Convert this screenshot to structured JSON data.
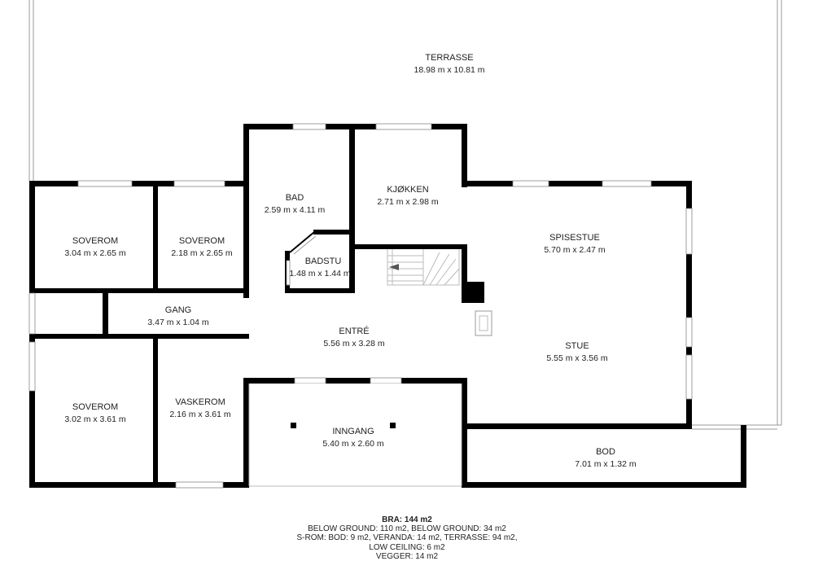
{
  "rooms": {
    "terrasse": {
      "name": "TERRASSE",
      "dims": "18.98 m x 10.81 m"
    },
    "soverom1": {
      "name": "SOVEROM",
      "dims": "3.04 m x 2.65 m"
    },
    "soverom2": {
      "name": "SOVEROM",
      "dims": "2.18 m x 2.65 m"
    },
    "bad": {
      "name": "BAD",
      "dims": "2.59 m x 4.11 m"
    },
    "badstu": {
      "name": "BADSTU",
      "dims": "1.48 m x 1.44 m"
    },
    "kjokken": {
      "name": "KJØKKEN",
      "dims": "2.71 m x 2.98 m"
    },
    "spisestue": {
      "name": "SPISESTUE",
      "dims": "5.70 m x 2.47 m"
    },
    "gang": {
      "name": "GANG",
      "dims": "3.47 m x 1.04 m"
    },
    "entre": {
      "name": "ENTRÉ",
      "dims": "5.56 m x 3.28 m"
    },
    "stue": {
      "name": "STUE",
      "dims": "5.55 m x 3.56 m"
    },
    "soverom3": {
      "name": "SOVEROM",
      "dims": "3.02 m x 3.61 m"
    },
    "vaskerom": {
      "name": "VASKEROM",
      "dims": "2.16 m x 3.61 m"
    },
    "inngang": {
      "name": "INNGANG",
      "dims": "5.40 m x 2.60 m"
    },
    "bod": {
      "name": "BOD",
      "dims": "7.01 m x 1.32 m"
    }
  },
  "summary": {
    "bra": "BRA: 144 m2",
    "line1": "BELOW GROUND: 110 m2, BELOW GROUND: 34 m2",
    "line2": "S-ROM: BOD: 9 m2, VERANDA: 14 m2, TERRASSE: 94 m2,",
    "line3": "LOW CEILING: 6 m2",
    "line4": "VEGGER: 14 m2"
  }
}
